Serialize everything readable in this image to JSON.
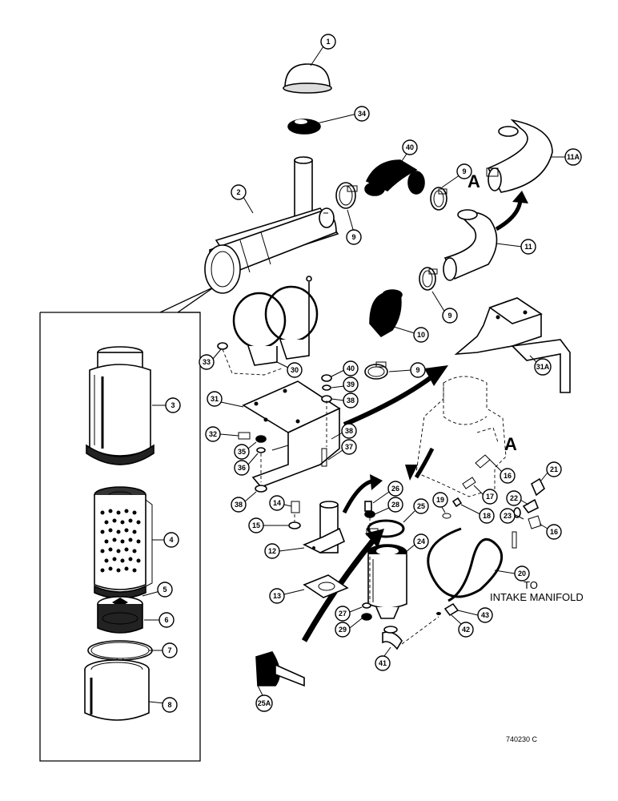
{
  "callouts": [
    "1",
    "34",
    "40",
    "9",
    "11A",
    "2",
    "9",
    "11",
    "9",
    "10",
    "9",
    "31A",
    "33",
    "30",
    "40",
    "39",
    "38",
    "3",
    "31",
    "32",
    "35",
    "36",
    "38",
    "37",
    "16",
    "21",
    "4",
    "26",
    "28",
    "25",
    "22",
    "23",
    "16",
    "19",
    "18",
    "17",
    "14",
    "15",
    "12",
    "24",
    "20",
    "5",
    "6",
    "13",
    "27",
    "29",
    "43",
    "42",
    "7",
    "41",
    "8",
    "25A"
  ],
  "labels": {
    "section_a_top": "A",
    "section_a_mid": "A",
    "to_label": "TO",
    "intake_label": "INTAKE MANIFOLD",
    "ref_number": "740230 C"
  }
}
